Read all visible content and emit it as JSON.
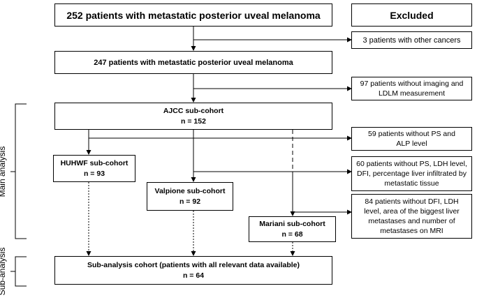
{
  "boxes": {
    "total": {
      "text": "252 patients with metastatic posterior uveal melanoma"
    },
    "excluded_header": {
      "text": "Excluded"
    },
    "other_cancers": {
      "text": "3 patients with other cancers"
    },
    "eligible": {
      "text": "247 patients with metastatic posterior uveal melanoma"
    },
    "no_imaging": {
      "line1": "97 patients without imaging and",
      "line2": "LDLM measurement"
    },
    "ajcc": {
      "line1": "AJCC sub-cohort",
      "line2": "n = 152"
    },
    "no_ps_alp": {
      "line1": "59 patients without PS and",
      "line2": "ALP level"
    },
    "huhwf": {
      "line1": "HUHWF sub-cohort",
      "line2": "n = 93"
    },
    "no_valpione": {
      "line1": "60 patients without PS, LDH level,",
      "line2": "DFI, percentage liver infiltrated by",
      "line3": "metastatic tissue"
    },
    "valpione": {
      "line1": "Valpione sub-cohort",
      "line2": "n = 92"
    },
    "no_mariani": {
      "line1": "84 patients without DFI, LDH",
      "line2": "level, area of the biggest liver",
      "line3": "metastases and number of",
      "line4": "metastases on MRI"
    },
    "mariani": {
      "line1": "Mariani sub-cohort",
      "line2": "n = 68"
    },
    "subanalysis": {
      "line1": "Sub-analysis cohort (patients with all relevant data available)",
      "line2": "n = 64"
    }
  },
  "side_labels": {
    "main": "Main analysis",
    "sub": "Sub-analysis"
  }
}
